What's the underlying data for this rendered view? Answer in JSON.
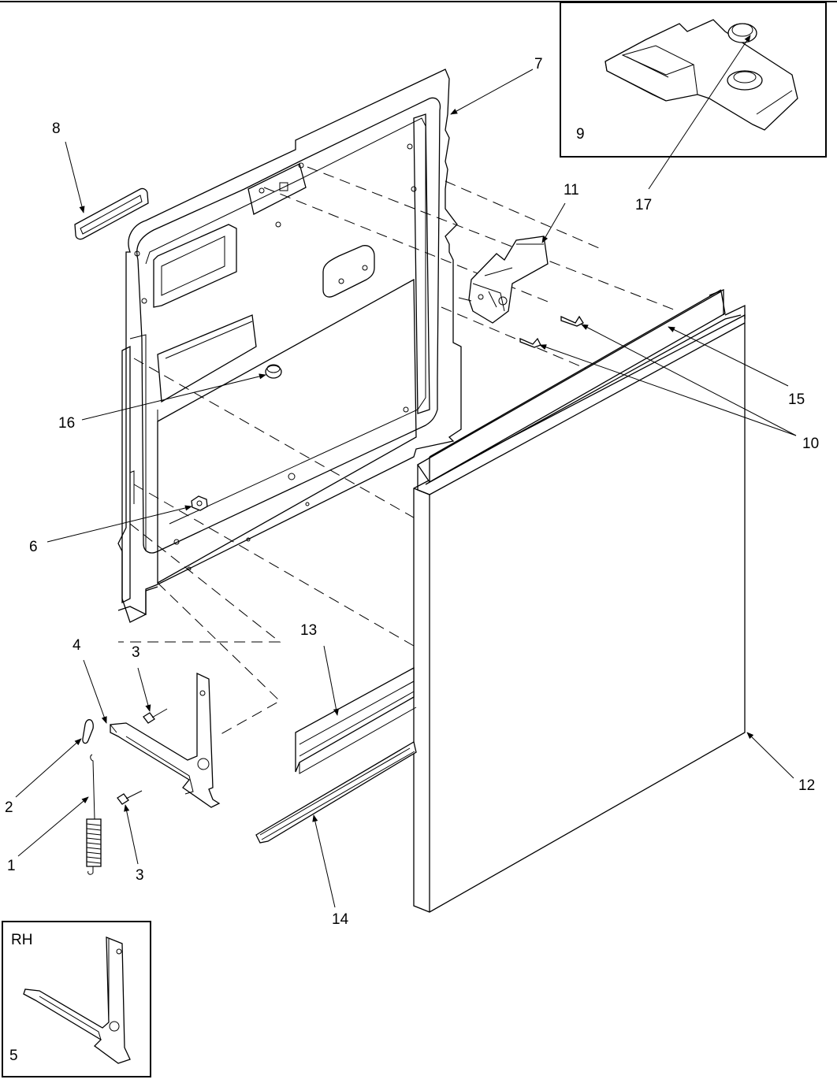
{
  "diagram": {
    "callouts": {
      "c1": "1",
      "c2": "2",
      "c3a": "3",
      "c3b": "3",
      "c4": "4",
      "c5": "5",
      "c6": "6",
      "c7": "7",
      "c8": "8",
      "c9": "9",
      "c10": "10",
      "c11": "11",
      "c12": "12",
      "c13": "13",
      "c14": "14",
      "c15": "15",
      "c16": "16",
      "c17": "17"
    },
    "inset_rh_label": "RH"
  }
}
